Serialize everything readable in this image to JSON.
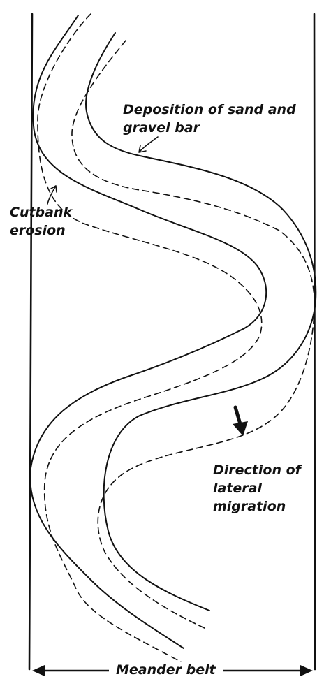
{
  "labels": {
    "deposition": [
      "Deposition of sand and",
      "gravel bar"
    ],
    "cutbank": [
      "Cutbank",
      "erosion"
    ],
    "direction": [
      "Direction of",
      "lateral",
      "migration"
    ],
    "meander_belt": "Meander belt"
  },
  "colors": {
    "ink": "#111111",
    "background": "#ffffff"
  }
}
